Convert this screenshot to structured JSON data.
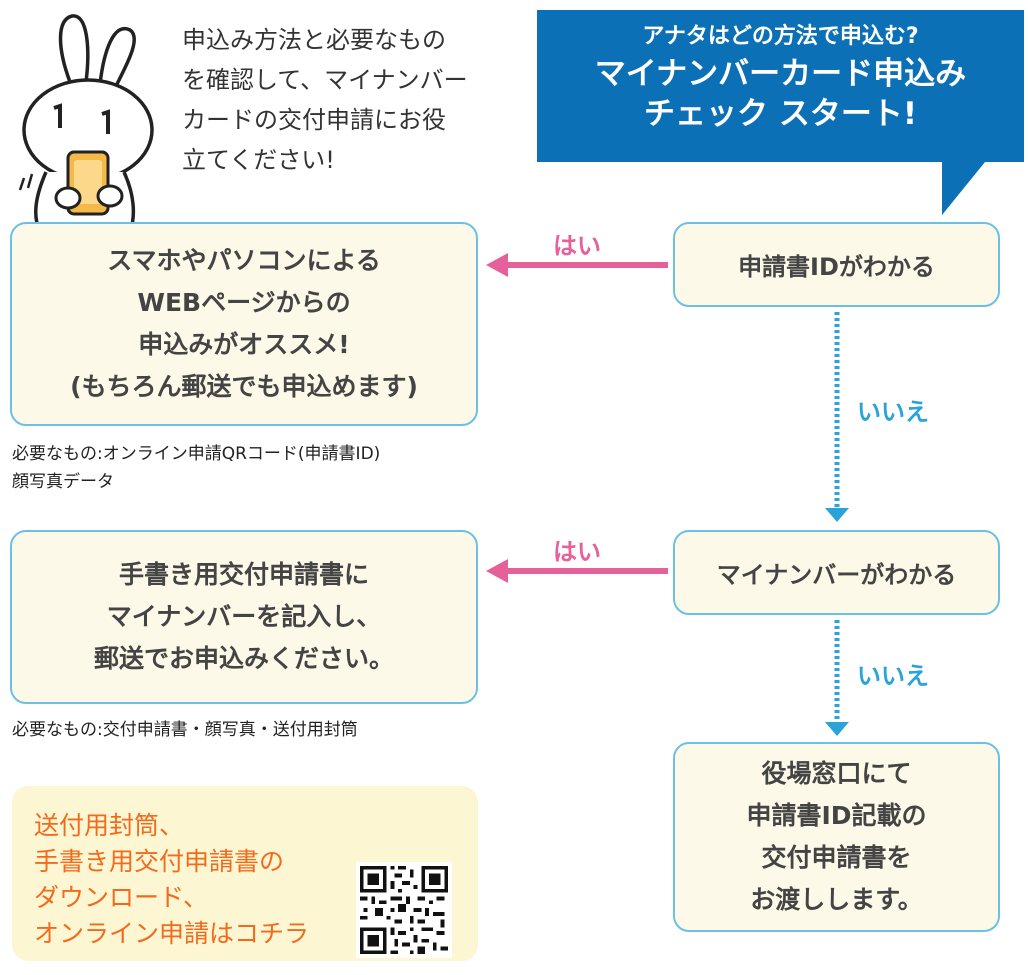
{
  "intro_lines": [
    "申込み方法と必要なもの",
    "を確認して、マイナンバー",
    "カードの交付申請にお役",
    "立てください!"
  ],
  "banner": {
    "subtitle": "アナタはどの方法で申込む?",
    "title_line1": "マイナンバーカード申込み",
    "title_line2": "チェック スタート!"
  },
  "questions": {
    "q1": "申請書IDがわかる",
    "q2": "マイナンバーがわかる"
  },
  "answers": {
    "yes": "はい",
    "no": "いいえ"
  },
  "results": {
    "r1": [
      "スマホやパソコンによる",
      "WEBページからの",
      "申込みがオススメ!",
      "(もちろん郵送でも申込めます)"
    ],
    "r1_note": [
      "必要なもの:オンライン申請QRコード(申請書ID)",
      "顔写真データ"
    ],
    "r2": [
      "手書き用交付申請書に",
      "マイナンバーを記入し、",
      "郵送でお申込みください。"
    ],
    "r2_note": "必要なもの:交付申請書・顔写真・送付用封筒",
    "r3": [
      "役場窓口にて",
      "申請書ID記載の",
      "交付申請書を",
      "お渡しします。"
    ]
  },
  "download": {
    "lines": [
      "送付用封筒、",
      "手書き用交付申請書の",
      "ダウンロード、",
      "オンライン申請はコチラ"
    ]
  },
  "colors": {
    "banner": "#0b70b6",
    "box_border": "#6cc0e6",
    "box_fill": "#fdf9e8",
    "yes_arrow": "#e6609a",
    "no_arrow": "#2aa3d9",
    "download_text": "#f26b1d"
  }
}
